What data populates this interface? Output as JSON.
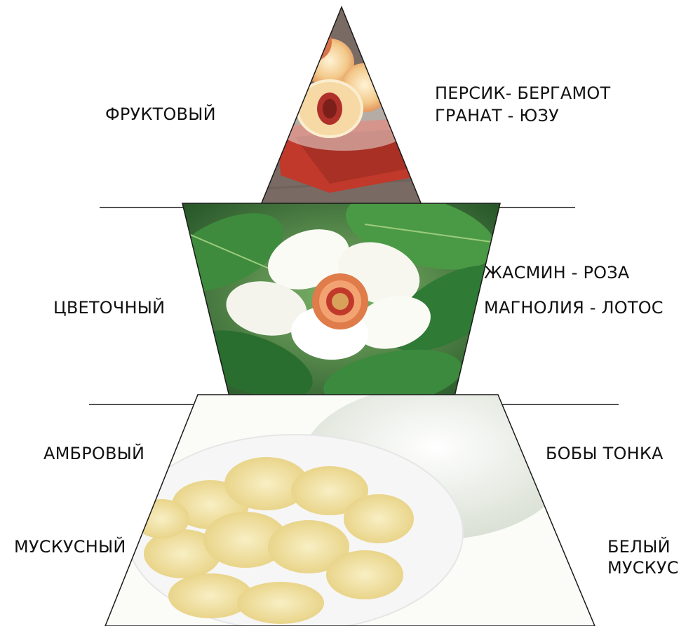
{
  "pyramid": {
    "top": {
      "family": "ФРУКТОВЫЙ",
      "notes_line_1": "ПЕРСИК-  БЕРГАМОТ",
      "notes_line_2": "ГРАНАТ - ЮЗУ",
      "image_icon": "peach-image"
    },
    "middle": {
      "family": "ЦВЕТОЧНЫЙ",
      "notes_line_1": "ЖАСМИН  - РОЗА",
      "notes_line_2": "МАГНОЛИЯ - ЛОТОС",
      "image_icon": "magnolia-flower-image"
    },
    "base": {
      "family_1": "АМБРОВЫЙ",
      "family_2": "МУСКУСНЫЙ",
      "note_1": "БОБЫ ТОНКА",
      "note_2": "БЕЛЫЙ МУСКУС",
      "image_icon": "amber-resin-image"
    }
  },
  "colors": {
    "line": "#1a1a1a",
    "peach": "#f3c98a",
    "peach_pit": "#b0302a",
    "napkin": "#c0392b",
    "leaf": "#2f7a35",
    "petal": "#fbfbf6",
    "stamen": "#e07b4a",
    "amber": "#efe0a0",
    "plate": "#f6f6f6"
  }
}
